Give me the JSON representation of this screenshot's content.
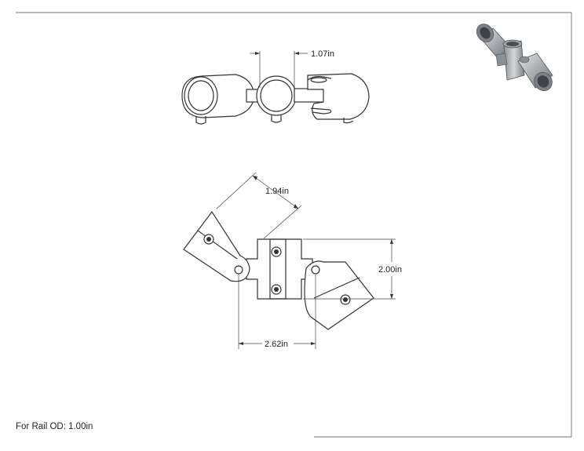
{
  "drawing": {
    "note": "For Rail OD: 1.00in",
    "dimensions": {
      "top_gap": "1.07in",
      "diag_length": "1.94in",
      "height": "2.00in",
      "center_spacing": "2.62in"
    },
    "line_color": "#333333"
  }
}
